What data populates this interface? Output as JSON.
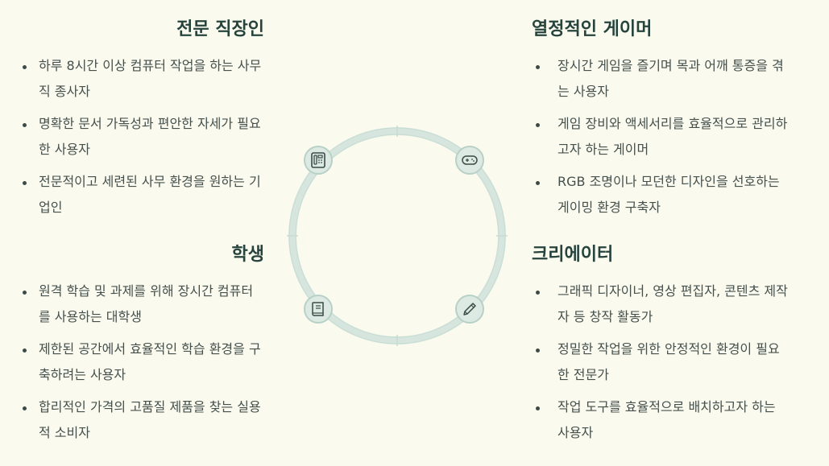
{
  "groups": [
    {
      "title": "전문 직장인",
      "items": [
        "하루 8시간 이상 컴퓨터 작업을 하는 사무직 종사자",
        "명확한 문서 가독성과 편안한 자세가 필요한 사용자",
        "전문적이고 세련된 사무 환경을 원하는 기업인"
      ]
    },
    {
      "title": "열정적인 게이머",
      "items": [
        "장시간 게임을 즐기며 목과 어깨 통증을 겪는 사용자",
        "게임 장비와 액세서리를 효율적으로 관리하고자 하는 게이머",
        "RGB 조명이나 모던한 디자인을 선호하는 게이밍 환경 구축자"
      ]
    },
    {
      "title": "학생",
      "items": [
        "원격 학습 및 과제를 위해 장시간 컴퓨터를 사용하는 대학생",
        "제한된 공간에서 효율적인 학습 환경을 구축하려는 사용자",
        "합리적인 가격의 고품질 제품을 찾는 실용적 소비자"
      ]
    },
    {
      "title": "크리에이터",
      "items": [
        "그래픽 디자이너, 영상 편집자, 콘텐츠 제작자 등 창작 활동가",
        "정밀한 작업을 위한 안정적인 환경이 필요한 전문가",
        "작업 도구를 효율적으로 배치하고자 하는 사용자"
      ]
    }
  ],
  "icons": [
    "office-phone-icon",
    "gamepad-icon",
    "book-icon",
    "pencil-icon"
  ],
  "colors": {
    "background": "#fafaee",
    "ring": "#d6e6df",
    "node_fill": "#dde9e3",
    "node_border": "#b8d1c7",
    "heading": "#27433d",
    "text": "#45504d"
  }
}
